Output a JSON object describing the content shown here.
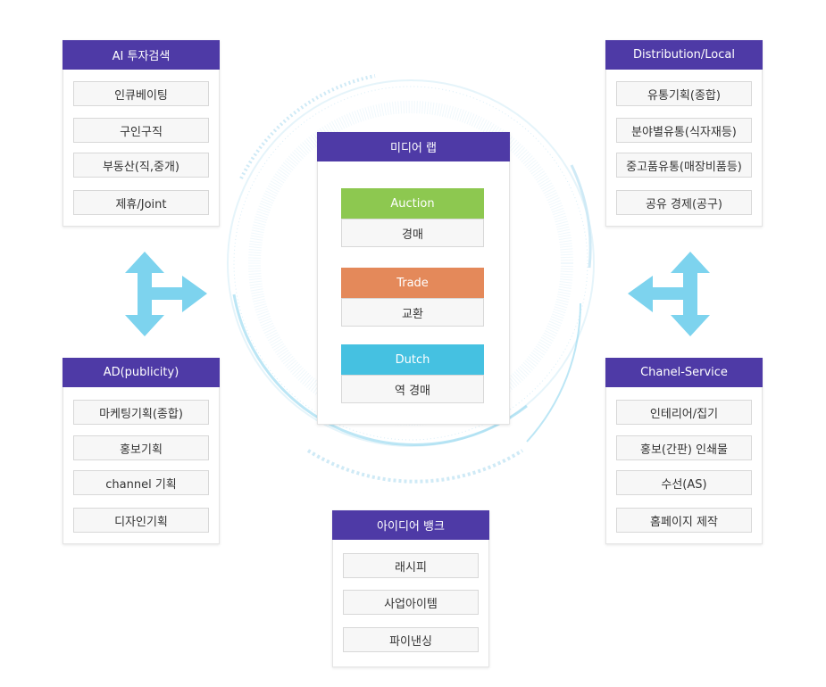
{
  "colors": {
    "header": "#4e3aa6",
    "auction": "#8dc850",
    "trade": "#e4895a",
    "dutch": "#45c1e1",
    "arrow": "#7dd3ee",
    "ring": "#cfeaf6"
  },
  "ai_search": {
    "title": "AI 투자검색",
    "items": [
      "인큐베이팅",
      "구인구직",
      "부동산(직,중개)",
      "제휴/Joint"
    ]
  },
  "ad": {
    "title": "AD(publicity)",
    "items": [
      "마케팅기획(종합)",
      "홍보기획",
      "channel 기획",
      "디자인기획"
    ]
  },
  "distribution": {
    "title": "Distribution/Local",
    "items": [
      "유통기획(종합)",
      "분야별유통(식자재등)",
      "중고품유통(매장비품등)",
      "공유 경제(공구)"
    ]
  },
  "channel_service": {
    "title": "Chanel-Service",
    "items": [
      "인테리어/집기",
      "홍보(간판) 인쇄물",
      "수선(AS)",
      "홈페이지 제작"
    ]
  },
  "media_lab": {
    "title": "미디어 랩",
    "sections": [
      {
        "label": "Auction",
        "sub": "경매"
      },
      {
        "label": "Trade",
        "sub": "교환"
      },
      {
        "label": "Dutch",
        "sub": "역 경매"
      }
    ]
  },
  "idea_bank": {
    "title": "아이디어 뱅크",
    "items": [
      "래시피",
      "사업아이템",
      "파이낸싱"
    ]
  },
  "icons": {
    "left_arrow": "double-headed-vertical-arrow-with-right-branch-icon",
    "right_arrow": "double-headed-vertical-arrow-with-left-branch-icon"
  }
}
